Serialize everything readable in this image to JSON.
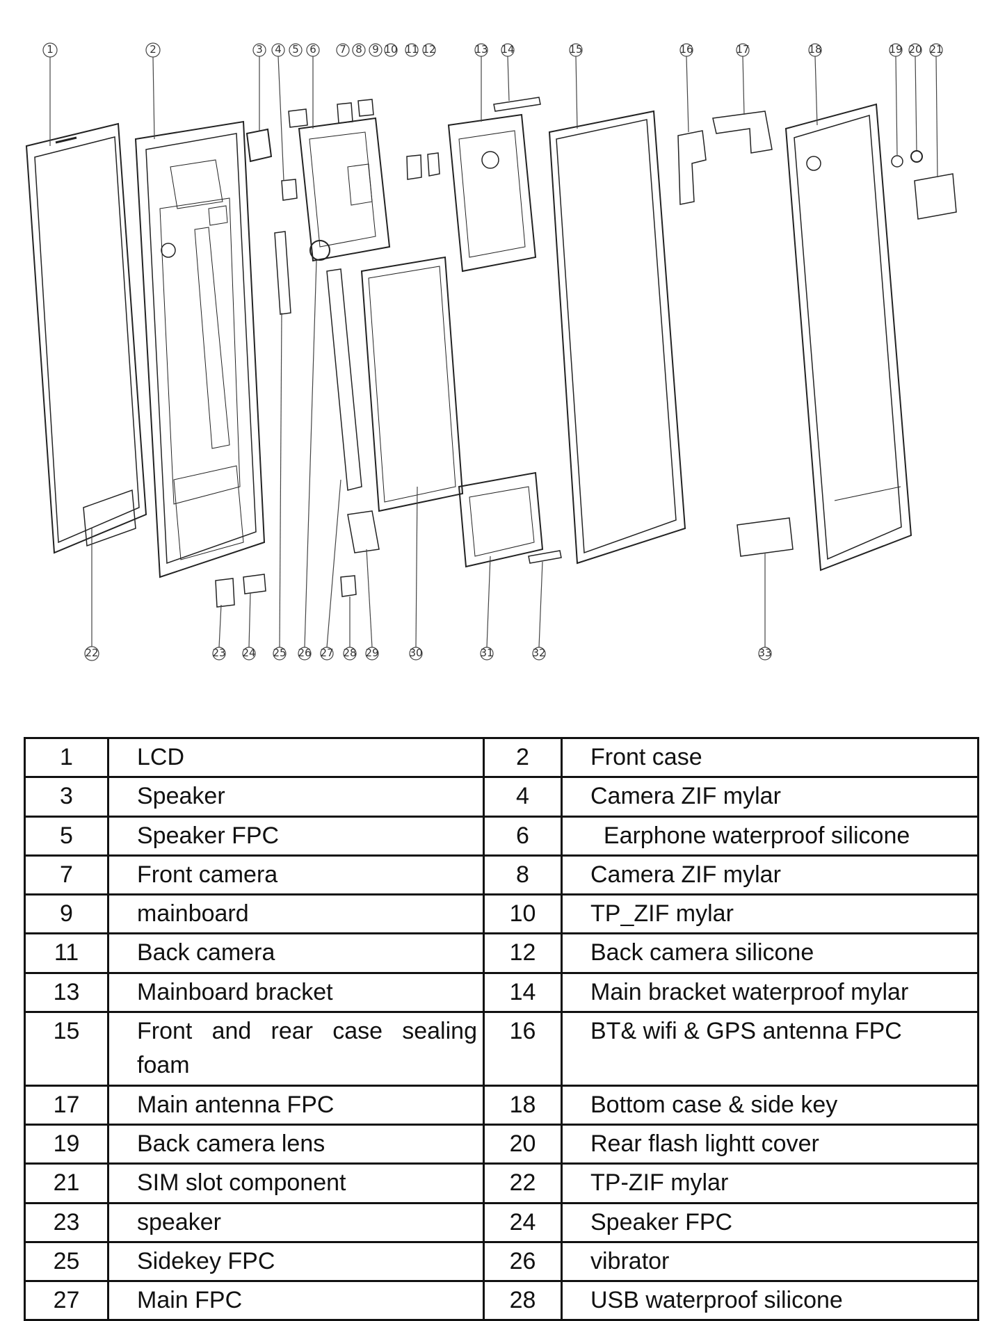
{
  "diagram": {
    "callouts": [
      "1",
      "2",
      "3",
      "4",
      "5",
      "6",
      "7",
      "8",
      "9",
      "10",
      "11",
      "12",
      "13",
      "14",
      "15",
      "16",
      "17",
      "18",
      "19",
      "20",
      "21",
      "22",
      "23",
      "24",
      "25",
      "26",
      "27",
      "28",
      "29",
      "30",
      "31",
      "32",
      "33"
    ]
  },
  "parts": [
    {
      "left_num": "1",
      "left_name": "LCD",
      "right_num": "2",
      "right_name": "Front case"
    },
    {
      "left_num": "3",
      "left_name": "Speaker",
      "right_num": "4",
      "right_name": "Camera ZIF mylar"
    },
    {
      "left_num": "5",
      "left_name": "Speaker FPC",
      "right_num": "6",
      "right_name": "  Earphone waterproof silicone"
    },
    {
      "left_num": "7",
      "left_name": "Front camera",
      "right_num": "8",
      "right_name": "Camera ZIF mylar"
    },
    {
      "left_num": "9",
      "left_name": "mainboard",
      "right_num": "10",
      "right_name": "TP_ZIF mylar"
    },
    {
      "left_num": "11",
      "left_name": "Back camera",
      "right_num": "12",
      "right_name": "Back camera silicone"
    },
    {
      "left_num": "13",
      "left_name": "Mainboard bracket",
      "right_num": "14",
      "right_name": "Main bracket waterproof mylar"
    },
    {
      "left_num": "15",
      "left_name": "Front and rear case sealing foam",
      "right_num": "16",
      "right_name": "BT& wifi & GPS antenna FPC"
    },
    {
      "left_num": "17",
      "left_name": "Main antenna FPC",
      "right_num": "18",
      "right_name": "Bottom case & side key"
    },
    {
      "left_num": "19",
      "left_name": "Back camera lens",
      "right_num": "20",
      "right_name": "Rear flash lightt cover"
    },
    {
      "left_num": "21",
      "left_name": "SIM slot component",
      "right_num": "22",
      "right_name": "TP-ZIF mylar"
    },
    {
      "left_num": "23",
      "left_name": "speaker",
      "right_num": "24",
      "right_name": "Speaker FPC"
    },
    {
      "left_num": "25",
      "left_name": "Sidekey FPC",
      "right_num": "26",
      "right_name": "vibrator"
    },
    {
      "left_num": "27",
      "left_name": "Main FPC",
      "right_num": "28",
      "right_name": "USB waterproof silicone"
    }
  ]
}
